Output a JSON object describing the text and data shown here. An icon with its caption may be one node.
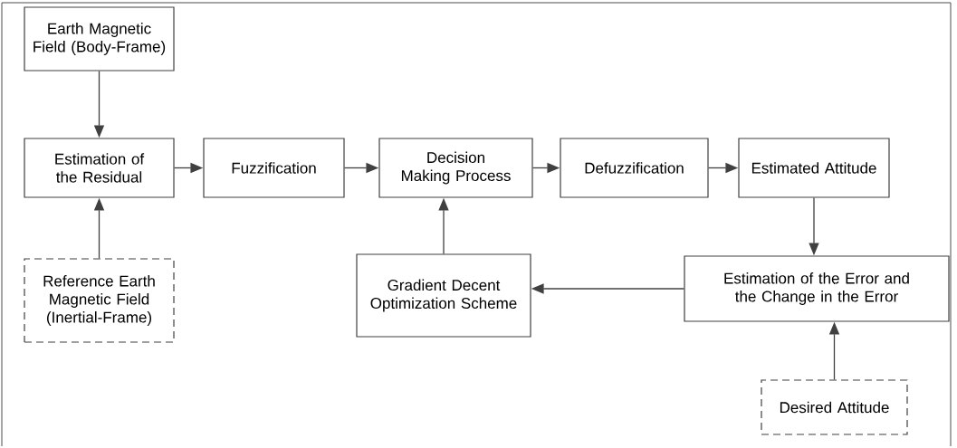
{
  "diagram": {
    "nodes": [
      {
        "text": [
          "Earth Magnetic Field (Body-Frame)"
        ]
      },
      {
        "text": [
          "Estimation of the Residual"
        ]
      },
      {
        "text": [
          "Fuzzification"
        ]
      },
      {
        "text": [
          "Decision Making Process"
        ]
      },
      {
        "text": [
          "Defuzzification"
        ]
      },
      {
        "text": [
          "Estimated Attitude"
        ]
      },
      {
        "text": [
          "Reference Earth Magnetic Field (Inertial-Frame)"
        ]
      },
      {
        "text": [
          "Gradient Decent Optimization Scheme"
        ]
      },
      {
        "text": [
          "Estimation of the Error and the Change in the Error"
        ]
      },
      {
        "text": [
          "Desired Attitude"
        ]
      }
    ],
    "edges": [
      {
        "from": 0,
        "to": 1,
        "arrow": "to"
      },
      {
        "from": 1,
        "to": 2,
        "arrow": "to"
      },
      {
        "from": 2,
        "to": 3,
        "arrow": "to"
      },
      {
        "from": 3,
        "to": 4,
        "arrow": "to"
      },
      {
        "from": 4,
        "to": 5,
        "arrow": "to"
      },
      {
        "from": 6,
        "to": 1,
        "arrow": "to"
      },
      {
        "from": 5,
        "to": 8,
        "arrow": "to"
      },
      {
        "from": 8,
        "to": 7,
        "arrow": "to"
      },
      {
        "from": 7,
        "to": 3,
        "arrow": "to"
      },
      {
        "from": 9,
        "to": 8,
        "arrow": "to"
      }
    ]
  }
}
